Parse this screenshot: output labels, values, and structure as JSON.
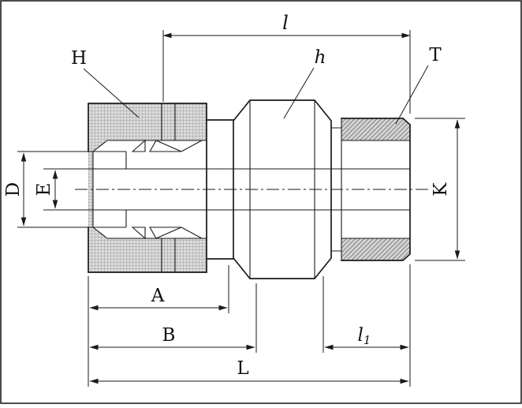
{
  "drawing": {
    "type": "technical-drawing",
    "subject": "Compression tube fitting male connector - dimensioned cross-section",
    "labels": {
      "l": "l",
      "H": "H",
      "h": "h",
      "T": "T",
      "D": "D",
      "E": "E",
      "K": "K",
      "A": "A",
      "B": "B",
      "l1": {
        "base": "l",
        "sub": "1"
      },
      "L": "L"
    },
    "colors": {
      "line": "#1a1a1a",
      "background": "#ffffff",
      "nut_hatch_fill": "#dcdcdc",
      "thread_hatch_fill": "#d4d4d4"
    }
  }
}
